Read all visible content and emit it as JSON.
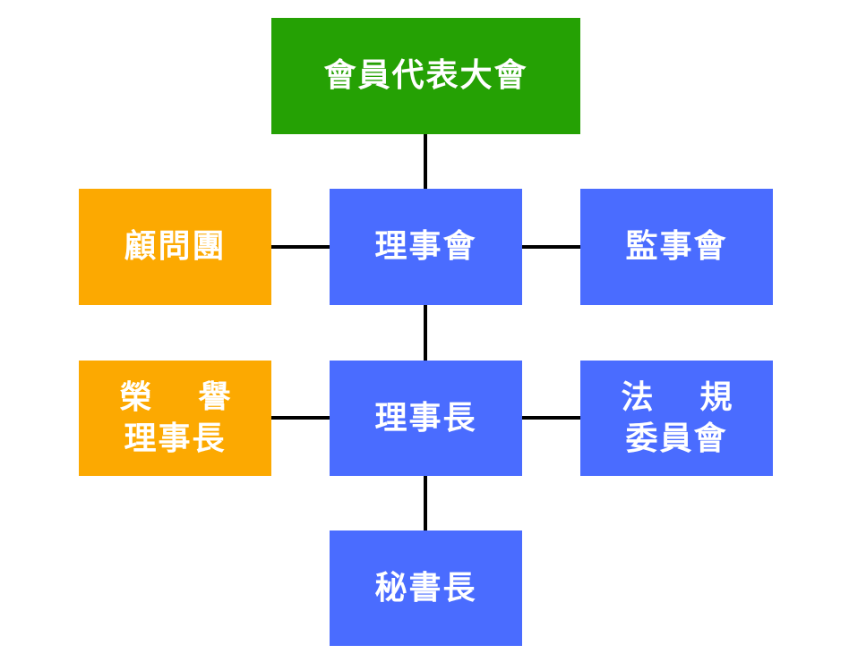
{
  "nodes": {
    "assembly": {
      "label": "會員代表大會",
      "color": "#25a104"
    },
    "advisors": {
      "label": "顧問團",
      "color": "#fca901"
    },
    "board": {
      "label": "理事會",
      "color": "#4a6cff"
    },
    "supervisors": {
      "label": "監事會",
      "color": "#4a6cff"
    },
    "honorary": {
      "line1": [
        "榮",
        "譽"
      ],
      "line2": "理事長",
      "color": "#fca901"
    },
    "chairman": {
      "label": "理事長",
      "color": "#4a6cff"
    },
    "legal": {
      "line1": [
        "法",
        "規"
      ],
      "line2": "委員會",
      "color": "#4a6cff"
    },
    "secretary": {
      "label": "秘書長",
      "color": "#4a6cff"
    }
  }
}
